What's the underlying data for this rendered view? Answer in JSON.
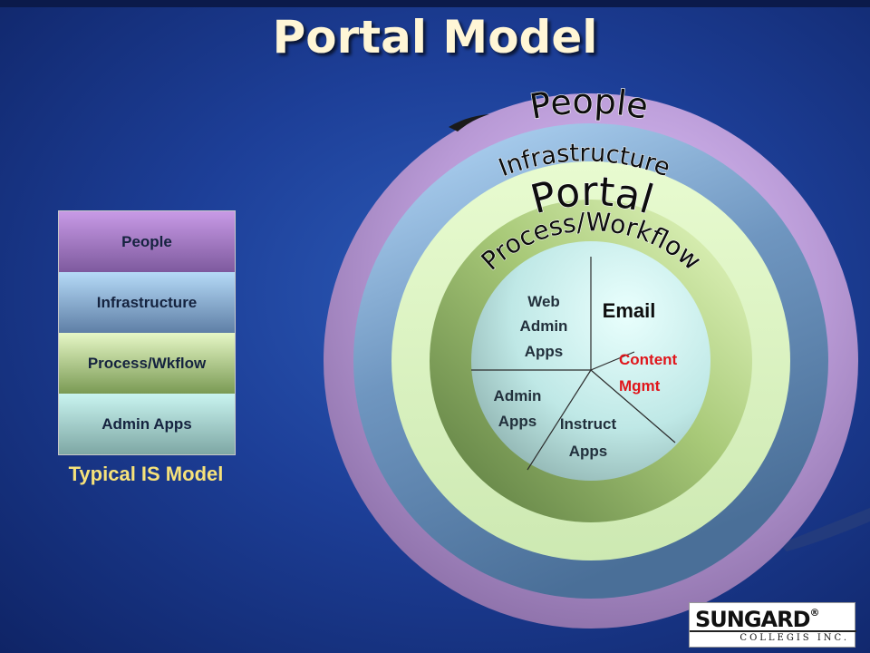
{
  "title": "Portal Model",
  "typical_model": {
    "layers": [
      "People",
      "Infrastructure",
      "Process/Wkflow",
      "Admin Apps"
    ],
    "caption": "Typical IS Model"
  },
  "rings": {
    "people": "People",
    "infrastructure": "Infrastructure",
    "portal": "Portal",
    "process": "Process/Workflow"
  },
  "core": {
    "web_admin": [
      "Web",
      "Admin",
      "Apps"
    ],
    "email": "Email",
    "content": [
      "Content",
      "Mgmt"
    ],
    "admin": [
      "Admin",
      "Apps"
    ],
    "instruct": [
      "Instruct",
      "Apps"
    ]
  },
  "colors": {
    "people_ring": "#a58ac0",
    "infra_ring": "#5d86b0",
    "process_ring": "#8aa85c",
    "core": "#c6f0ee",
    "content_text": "#e0161b",
    "caption": "#f6e27a"
  },
  "logo": {
    "name": "SUNGARD",
    "reg": "®",
    "sub": "COLLEGIS INC."
  }
}
